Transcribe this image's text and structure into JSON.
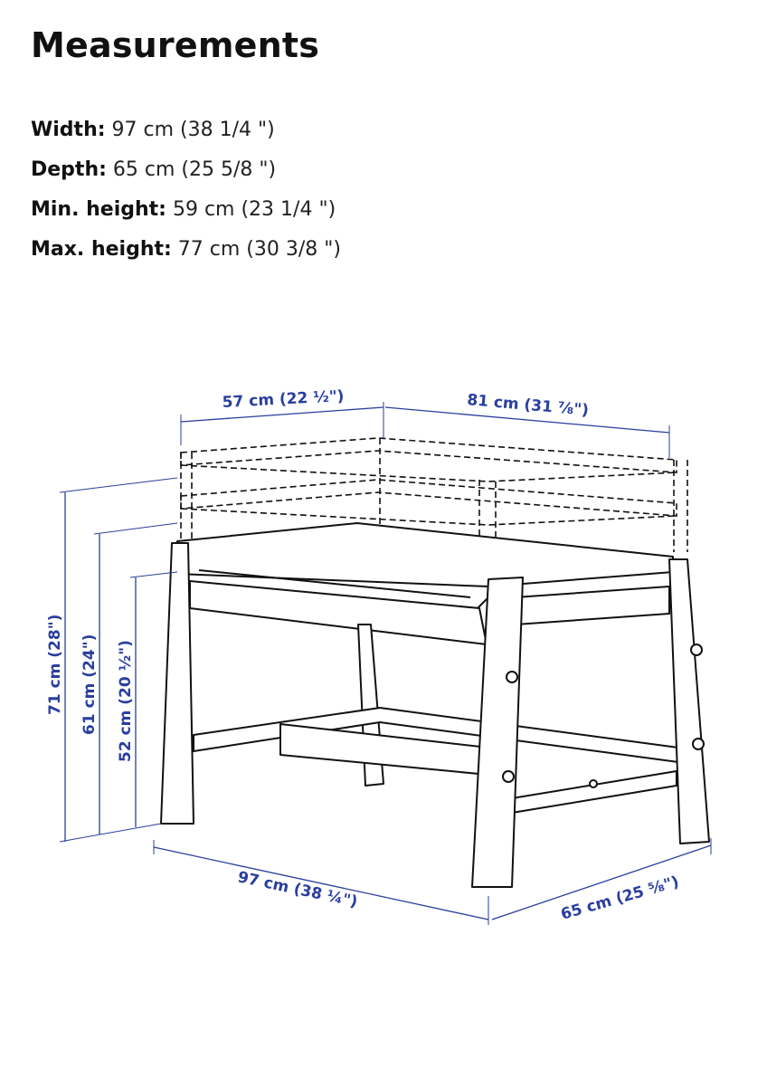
{
  "page": {
    "title": "Measurements"
  },
  "specs": [
    {
      "label": "Width:",
      "value": "97 cm (38 1/4 \")"
    },
    {
      "label": "Depth:",
      "value": "65 cm (25 5/8 \")"
    },
    {
      "label": "Min. height:",
      "value": "59 cm (23 1/4 \")"
    },
    {
      "label": "Max. height:",
      "value": "77 cm (30 3/8 \")"
    }
  ],
  "drawing": {
    "dimensions": {
      "top_depth": "57 cm (22 ½\")",
      "top_width": "81 cm (31 ⅞\")",
      "height_max": "71 cm (28\")",
      "height_mid": "61 cm (24\")",
      "height_min": "52 cm (20 ½\")",
      "width": "97 cm (38 ¼\")",
      "depth": "65 cm (25 ⅝\")"
    },
    "dimension_color": "#2a3e9e"
  }
}
